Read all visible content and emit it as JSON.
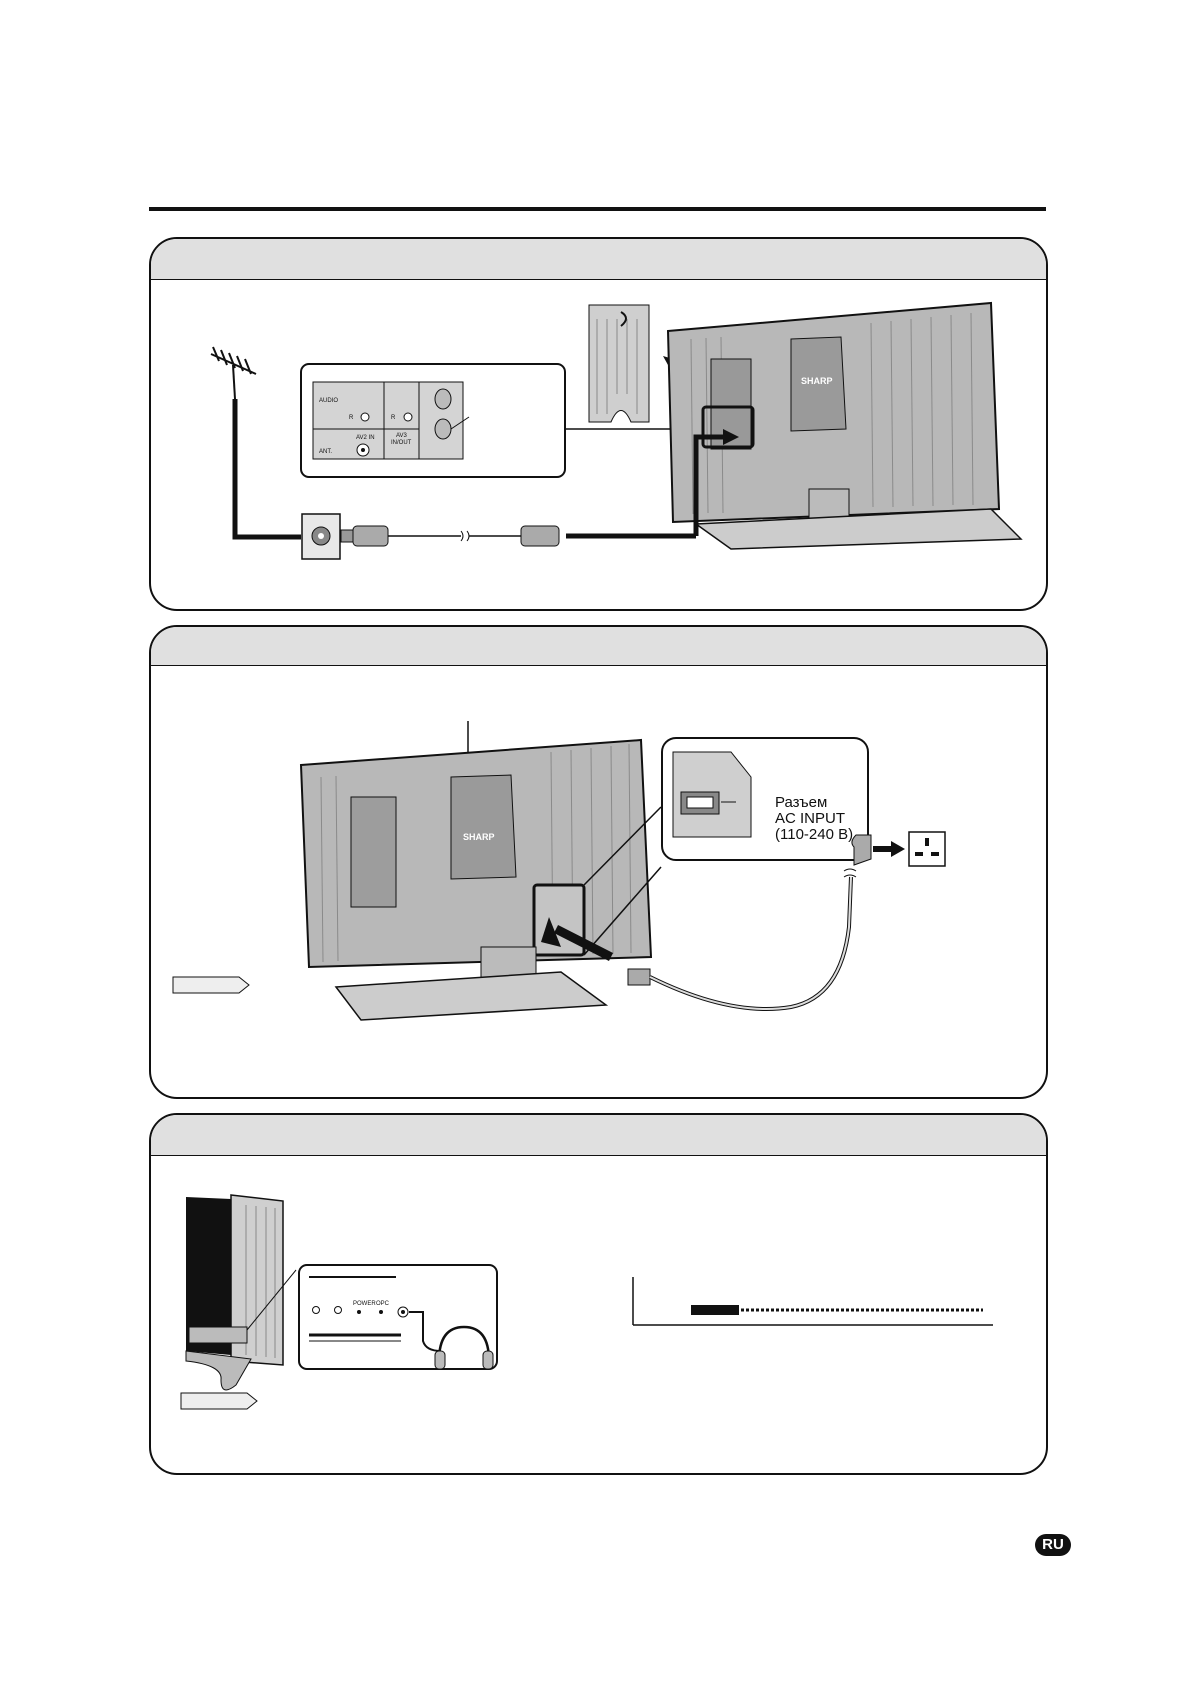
{
  "panel2": {
    "ac_input_label_1": "Разъем",
    "ac_input_label_2": "AC INPUT",
    "ac_input_label_3": "(110-240 В)"
  },
  "panel1": {
    "jack_labels": [
      "AUDIO",
      "R",
      "R",
      "AV2 IN",
      "AV3",
      "IN/OUT",
      "ANT."
    ],
    "tv_brand": "SHARP"
  },
  "panel3": {
    "button_labels": [
      "POWER",
      "OPC"
    ]
  },
  "footer": {
    "language_badge": "RU"
  },
  "colors": {
    "panel_header": "#e0e0e0",
    "tv_body": "#b8b8b8",
    "arrow": "#111111"
  }
}
